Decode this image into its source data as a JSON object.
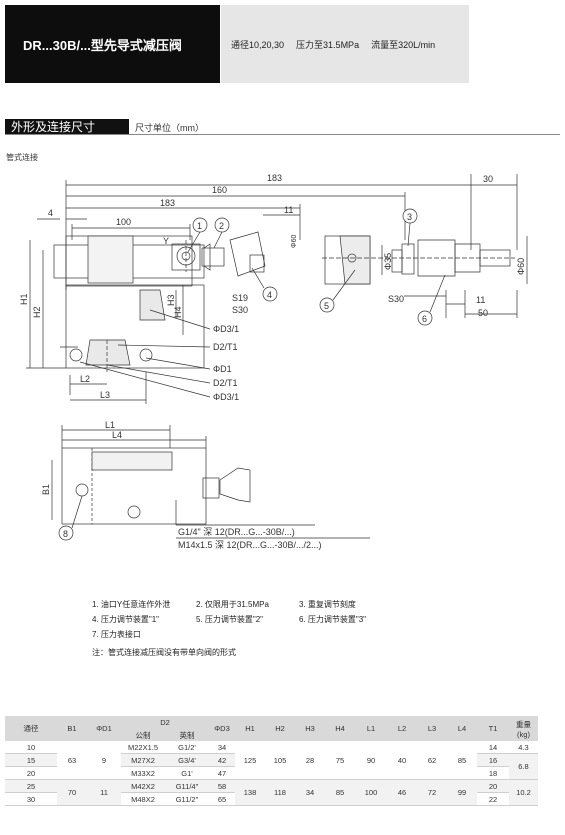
{
  "header": {
    "title": "DR...30B/...型先导式减压阀",
    "spec1": "通径10,20,30",
    "spec2": "压力至31.5MPa",
    "spec3": "流量至320L/min"
  },
  "section": {
    "title": "外形及连接尺寸",
    "unit": "尺寸单位（mm）",
    "subtitle": "管式连接"
  },
  "drawing": {
    "dims_top": {
      "d183a": "183",
      "d30": "30",
      "d160": "160",
      "d183b": "183",
      "d4": "4",
      "d100": "100",
      "d11a": "11",
      "d60a": "Φ60",
      "d35": "Φ35",
      "d60b": "Φ60",
      "d11b": "11",
      "d50": "50",
      "s30a": "S30",
      "s19": "S19",
      "s30b": "S30",
      "y": "Y"
    },
    "dims_side": {
      "h1": "H1",
      "h2": "H2",
      "h4": "H4",
      "h3": "H3",
      "d3a": "ΦD3/1",
      "d2a": "D2/T1",
      "d1": "ΦD1",
      "d2b": "D2/T1",
      "d3b": "ΦD3/1",
      "l2": "L2",
      "l3": "L3"
    },
    "dims_bottom": {
      "l1": "L1",
      "l4": "L4",
      "b1": "B1",
      "g14": "G1/4\"  深 12(DR...G...-30B/...)",
      "m14": "M14x1.5  深 12(DR...G...-30B/.../2...)"
    },
    "balloons": [
      "1",
      "2",
      "3",
      "4",
      "5",
      "6",
      "8"
    ]
  },
  "notes": {
    "row1": [
      "1. 油口Y任意连作外泄",
      "2. 仅限用于31.5MPa",
      "3. 重复调节刻度"
    ],
    "row2": [
      "4. 压力调节装置\"1\"",
      "5. 压力调节装置\"2\"",
      "6. 压力调节装置\"3\""
    ],
    "row3": [
      "7. 压力表接口"
    ],
    "remark": "注：管式连接减压阀没有带单向阀的形式"
  },
  "table": {
    "headers": {
      "size": "通径",
      "b1": "B1",
      "d1": "ΦD1",
      "d2": "D2",
      "d2_metric": "公制",
      "d2_imperial": "英制",
      "d3": "ΦD3",
      "h1": "H1",
      "h2": "H2",
      "h3": "H3",
      "h4": "H4",
      "l1": "L1",
      "l2": "L2",
      "l3": "L3",
      "l4": "L4",
      "t1": "T1",
      "weight": "重量\n(kg)"
    },
    "rows": [
      {
        "size": "10",
        "metric": "M22X1.5",
        "imperial": "G1/2'",
        "d3": "34",
        "t1": "14"
      },
      {
        "size": "15",
        "metric": "M27X2",
        "imperial": "G3/4'",
        "d3": "42",
        "t1": "16"
      },
      {
        "size": "20",
        "metric": "M33X2",
        "imperial": "G1'",
        "d3": "47",
        "t1": "18"
      },
      {
        "size": "25",
        "metric": "M42X2",
        "imperial": "G11/4\"",
        "d3": "58",
        "t1": "20"
      },
      {
        "size": "30",
        "metric": "M48X2",
        "imperial": "G11/2\"",
        "d3": "65",
        "t1": "22"
      }
    ],
    "group1": {
      "b1": "63",
      "d1": "9",
      "h1": "125",
      "h2": "105",
      "h3": "28",
      "h4": "75",
      "l1": "90",
      "l2": "40",
      "l3": "62",
      "l4": "85",
      "w_a": "4.3",
      "w_b": "6.8"
    },
    "group2": {
      "b1": "70",
      "d1": "11",
      "h1": "138",
      "h2": "118",
      "h3": "34",
      "h4": "85",
      "l1": "100",
      "l2": "46",
      "l3": "72",
      "l4": "99",
      "w": "10.2"
    }
  }
}
